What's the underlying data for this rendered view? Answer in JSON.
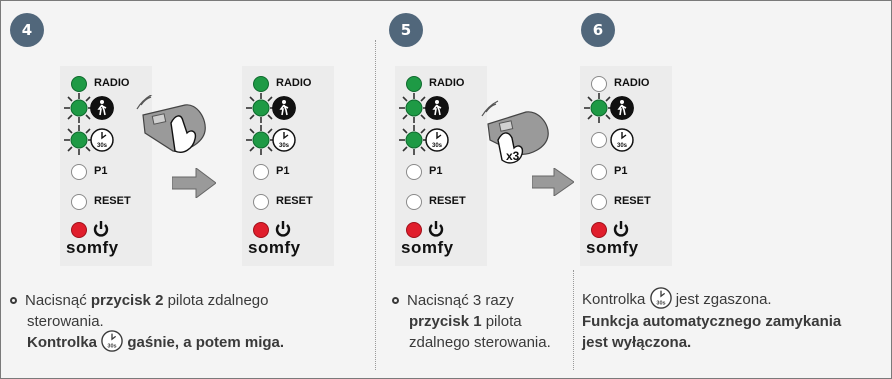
{
  "steps": [
    "4",
    "5",
    "6"
  ],
  "panel": {
    "labels": {
      "radio": "RADIO",
      "p1": "P1",
      "reset": "RESET"
    },
    "brand": "somfy",
    "brand_o": "O",
    "brand_rest": "mfy",
    "brand_s": "s",
    "timer_label": "30s"
  },
  "step4": {
    "text1_a": "Nacisnąć ",
    "text1_b": "przycisk 2",
    "text1_c": " pilota zdalnego",
    "text2": "sterowania.",
    "text3_a": "Kontrolka ",
    "text3_b": " gaśnie, a potem miga."
  },
  "step5": {
    "badge_x3": "x3",
    "line1": "Nacisnąć 3 razy",
    "line2_b": "przycisk 1",
    "line2_c": " pilota",
    "line3": "zdalnego sterowania."
  },
  "step6": {
    "line1_a": "Kontrolka ",
    "line1_b": " jest zgaszona.",
    "line2": "Funkcja automatycznego zamykania",
    "line3": "jest wyłączona."
  },
  "colors": {
    "badge": "#51677b",
    "led_green": "#1e9a45",
    "led_red": "#e01e2c",
    "arrow": "#9a9a9a",
    "remote": "#9a9a9a"
  }
}
